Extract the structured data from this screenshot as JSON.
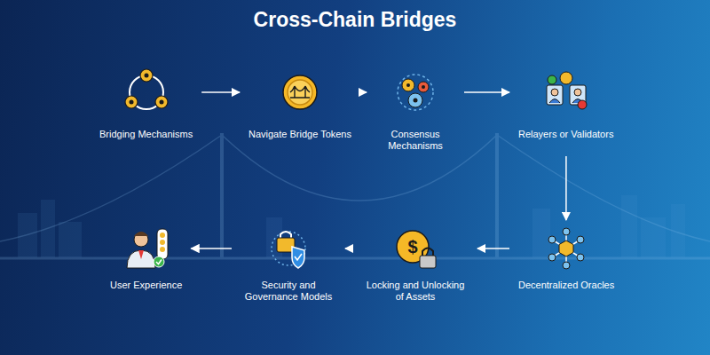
{
  "diagram": {
    "title": "Cross-Chain Bridges",
    "nodes": [
      {
        "text": [
          "Bridging Mechanisms"
        ]
      },
      {
        "text": [
          "Navigate Bridge Tokens"
        ]
      },
      {
        "text": [
          "Consensus Mechanisms"
        ]
      },
      {
        "text": [
          "Relayers or Validators"
        ]
      },
      {
        "text": [
          "Decentralized Oracles"
        ]
      },
      {
        "text": [
          "Locking and Unlocking of Assets"
        ]
      },
      {
        "text": [
          "Security and Governance Models"
        ]
      },
      {
        "text": [
          "User Experience"
        ]
      }
    ],
    "edges": [
      {
        "from": 0,
        "to": 1,
        "arrow": "to"
      },
      {
        "from": 1,
        "to": 2,
        "arrow": "to"
      },
      {
        "from": 2,
        "to": 3,
        "arrow": "to"
      },
      {
        "from": 3,
        "to": 4,
        "arrow": "to"
      },
      {
        "from": 4,
        "to": 5,
        "arrow": "to"
      },
      {
        "from": 5,
        "to": 6,
        "arrow": "to"
      },
      {
        "from": 6,
        "to": 7,
        "arrow": "to"
      }
    ]
  }
}
